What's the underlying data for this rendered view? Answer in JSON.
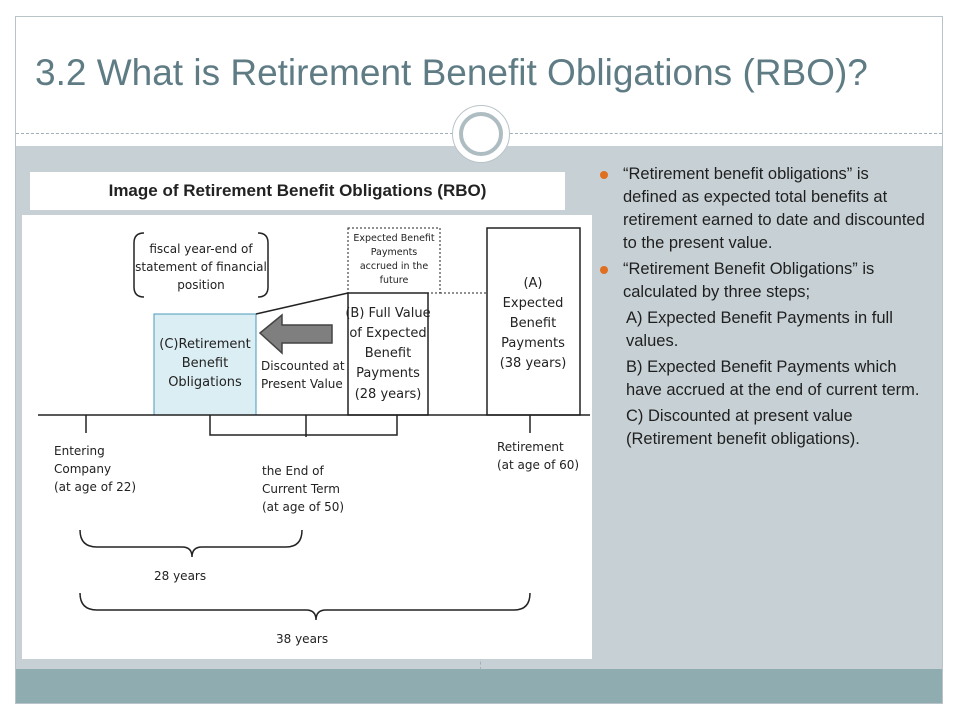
{
  "slide": {
    "title": "3.2 What is Retirement Benefit Obligations (RBO)?"
  },
  "diagram": {
    "caption": "Image of Retirement Benefit Obligations (RBO)",
    "fiscal_note": [
      "fiscal year-end of",
      "statement of financial",
      "position"
    ],
    "box_c": [
      "(C)Retirement",
      "Benefit",
      "Obligations"
    ],
    "discounted": [
      "Discounted at",
      "Present Value"
    ],
    "accrued_future": [
      "Expected Benefit",
      "Payments",
      "accrued in the",
      "future"
    ],
    "box_b": [
      "(B) Full Value",
      "of Expected",
      "Benefit",
      "Payments",
      "(28 years)"
    ],
    "box_a": [
      "(A)",
      "Expected",
      "Benefit",
      "Payments",
      "(38 years)"
    ],
    "entering": [
      "Entering",
      "Company",
      "(at age of 22)"
    ],
    "end_term": [
      "the End of",
      "Current Term",
      "(at age of 50)"
    ],
    "retirement": [
      "Retirement",
      "(at age of 60)"
    ],
    "span_28": "28 years",
    "span_38": "38 years"
  },
  "bullets": [
    {
      "type": "bullet",
      "text": "“Retirement benefit obligations” is defined as expected total benefits at retirement earned to date and discounted to the present value."
    },
    {
      "type": "bullet",
      "text": "“Retirement Benefit Obligations” is calculated by three steps;"
    },
    {
      "type": "sub",
      "text": " A) Expected Benefit Payments in full values."
    },
    {
      "type": "sub",
      "text": " B) Expected Benefit Payments which have accrued at the end of current term."
    },
    {
      "type": "sub",
      "text": " C) Discounted at present value (Retirement benefit obligations)."
    }
  ],
  "colors": {
    "title": "#5f7c85",
    "panel": "#c7d1d5",
    "footer": "#8fadb0",
    "bullet": "#e06f1f",
    "box_c_fill": "#dbeef3"
  }
}
